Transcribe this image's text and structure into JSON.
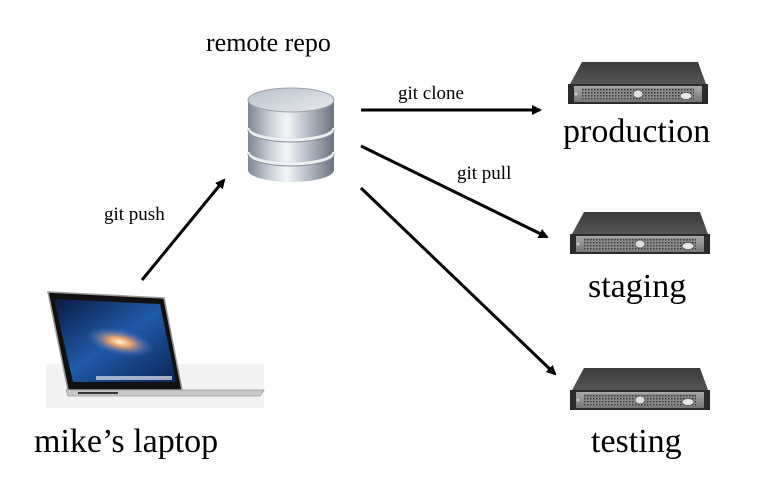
{
  "nodes": {
    "remote": {
      "label": "remote repo",
      "icon": "database-icon"
    },
    "laptop": {
      "label": "mike’s laptop",
      "icon": "laptop-icon"
    },
    "production": {
      "label": "production",
      "icon": "server-icon"
    },
    "staging": {
      "label": "staging",
      "icon": "server-icon"
    },
    "testing": {
      "label": "testing",
      "icon": "server-icon"
    }
  },
  "edges": [
    {
      "from": "laptop",
      "to": "remote",
      "label": "git push"
    },
    {
      "from": "remote",
      "to": "production",
      "label": "git clone"
    },
    {
      "from": "remote",
      "to": "staging",
      "label": "git pull"
    },
    {
      "from": "remote",
      "to": "testing",
      "label": ""
    }
  ]
}
